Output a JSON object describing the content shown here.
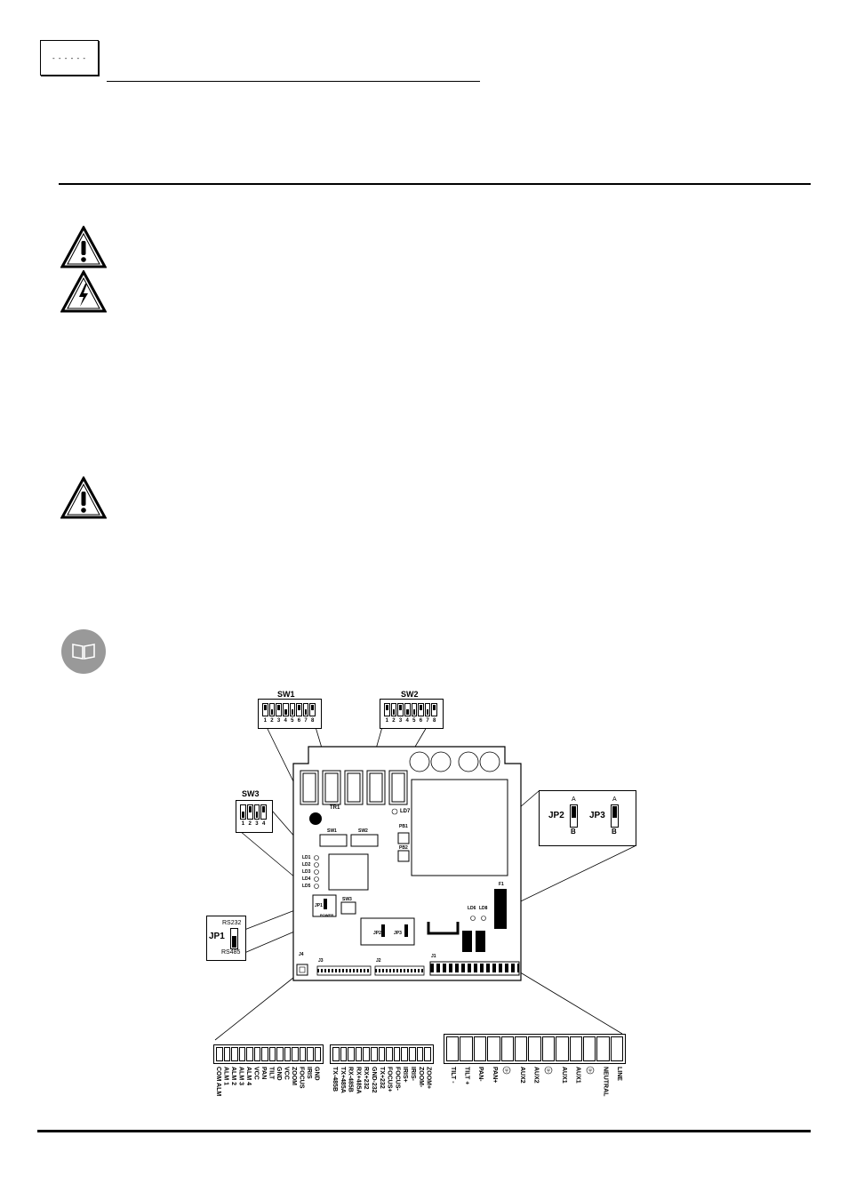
{
  "page": {
    "header_box_text": "- - - - - -",
    "colors": {
      "ink": "#000000",
      "rule": "#000000",
      "info_icon_bg": "#999999",
      "paper": "#ffffff"
    },
    "icons": [
      "warning-triangle-icon",
      "electric-hazard-icon",
      "warning-triangle-icon",
      "manual-book-icon"
    ]
  },
  "diagram": {
    "sw1": {
      "label": "SW1",
      "numbers": [
        "1",
        "2",
        "3",
        "4",
        "5",
        "6",
        "7",
        "8"
      ]
    },
    "sw2": {
      "label": "SW2",
      "numbers": [
        "1",
        "2",
        "3",
        "4",
        "5",
        "6",
        "7",
        "8"
      ]
    },
    "sw3": {
      "label": "SW3",
      "numbers": [
        "1",
        "2",
        "3",
        "4"
      ]
    },
    "jp1_callout": {
      "label": "JP1",
      "top": "RS232",
      "bottom": "RS485"
    },
    "jp23_callout": {
      "jp2": "JP2",
      "jp3": "JP3",
      "a": "A",
      "b": "B"
    },
    "board": {
      "tr1": "TR1",
      "ld": "LD7",
      "pb": [
        "PB1",
        "PB2"
      ],
      "sw1_small": "SW1",
      "sw2_small": "SW2",
      "sw3_small": "SW3",
      "leds": [
        "LD1",
        "LD2",
        "LD3",
        "LD4",
        "LD5"
      ],
      "jp1": "JP1",
      "jp2": "JP2",
      "jp3": "JP3",
      "power": "POWER",
      "connectors": [
        "J4",
        "J3",
        "J2",
        "J1"
      ],
      "f1": "F1",
      "ld6": "LD6",
      "ld8": "LD8"
    },
    "j4_pins": [
      "COM ALM",
      "ALM 1",
      "ALM 2",
      "ALM 3",
      "ALM 4",
      "VCC",
      "PAN",
      "TILT",
      "GND",
      "VCC",
      "ZOOM",
      "FOCUS",
      "IRIS",
      "GND"
    ],
    "j3_pins": [
      "TX-485B",
      "TX+485A",
      "RX-485B",
      "RX+485A",
      "RX+232",
      "GND-232",
      "TX+232",
      "FOCUS+",
      "FOCUS-",
      "IRIS+",
      "IRIS-",
      "ZOOM-",
      "ZOOM+"
    ],
    "j1_pins": [
      "TILT -",
      "TILT +",
      "PAN-",
      "PAN+",
      "",
      "AUX2",
      "AUX2",
      "",
      "AUX1",
      "AUX1",
      "",
      "NEUTRAL",
      "LINE"
    ]
  }
}
